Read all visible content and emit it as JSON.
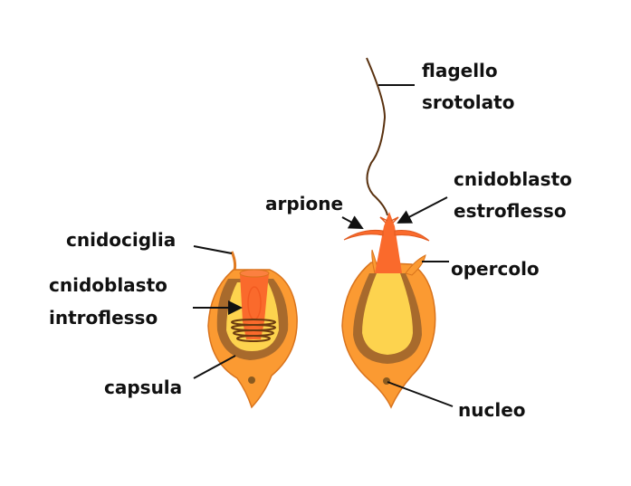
{
  "labels": {
    "flagello": "flagello",
    "srotolato": "srotolato",
    "cnidoblasto_estro_1": "cnidoblasto",
    "cnidoblasto_estro_2": "estroflesso",
    "arpione": "arpione",
    "cnidociglia": "cnidociglia",
    "opercolo": "opercolo",
    "cnidoblasto_intro_1": "cnidoblasto",
    "cnidoblasto_intro_2": "introflesso",
    "capsula": "capsula",
    "nucleo": "nucleo"
  },
  "colors": {
    "outer": "#fb9a32",
    "capsule_wall": "#a86a2c",
    "inner": "#fdd34e",
    "tube": "#fa6a2c",
    "thread": "#6b3a10"
  }
}
